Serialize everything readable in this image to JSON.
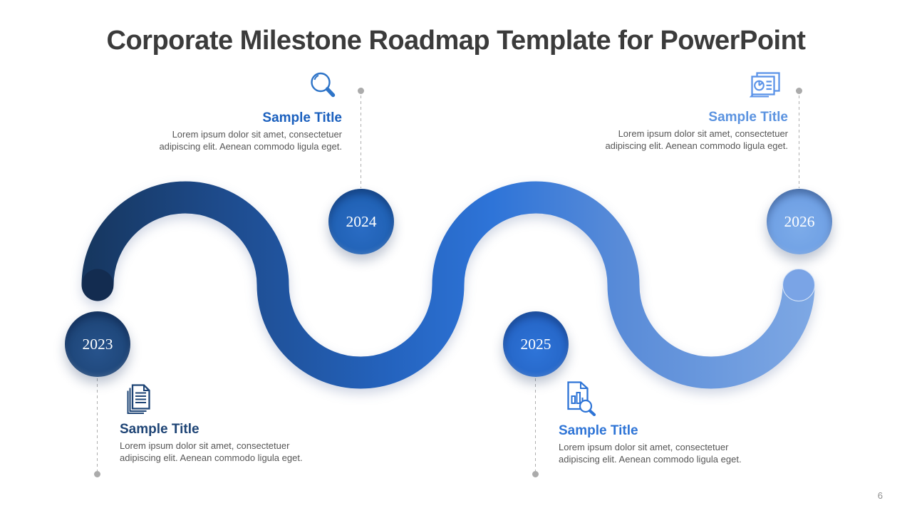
{
  "slide": {
    "title": "Corporate Milestone Roadmap Template for PowerPoint",
    "page_number": "6"
  },
  "milestones": [
    {
      "year": "2023",
      "title": "Sample Title",
      "body_lines": [
        "Lorem ipsum dolor sit amet, consectetuer",
        "adipiscing elit. Aenean commodo ligula eget."
      ],
      "icon": "documents-icon",
      "block_position": "bottom-left",
      "circle_color": "#1e4679",
      "title_color": "#1e4475"
    },
    {
      "year": "2024",
      "title": "Sample Title",
      "body_lines": [
        "Lorem ipsum dolor sit amet, consectetuer",
        "adipiscing elit. Aenean commodo ligula eget."
      ],
      "icon": "magnifier-icon",
      "block_position": "top-left",
      "circle_color": "#2061b4",
      "title_color": "#1b60be"
    },
    {
      "year": "2025",
      "title": "Sample Title",
      "body_lines": [
        "Lorem ipsum dolor sit amet, consectetuer",
        "adipiscing elit. Aenean commodo ligula eget."
      ],
      "icon": "report-search-icon",
      "block_position": "bottom-center",
      "circle_color": "#2565c6",
      "title_color": "#2e74d6"
    },
    {
      "year": "2026",
      "title": "Sample Title",
      "body_lines": [
        "Lorem ipsum dolor sit amet, consectetuer",
        "adipiscing elit. Aenean commodo ligula eget."
      ],
      "icon": "slides-icon",
      "block_position": "top-right",
      "circle_color": "#6fa0e4",
      "title_color": "#5b93e0"
    }
  ],
  "ribbon": {
    "gradient": [
      "#16365e",
      "#1e4c8e",
      "#2463be",
      "#2e74d8",
      "#5a8cd8",
      "#7ea8e4"
    ],
    "start_cap_color": "#132c50",
    "end_cap_color": "#7aa4e6"
  }
}
